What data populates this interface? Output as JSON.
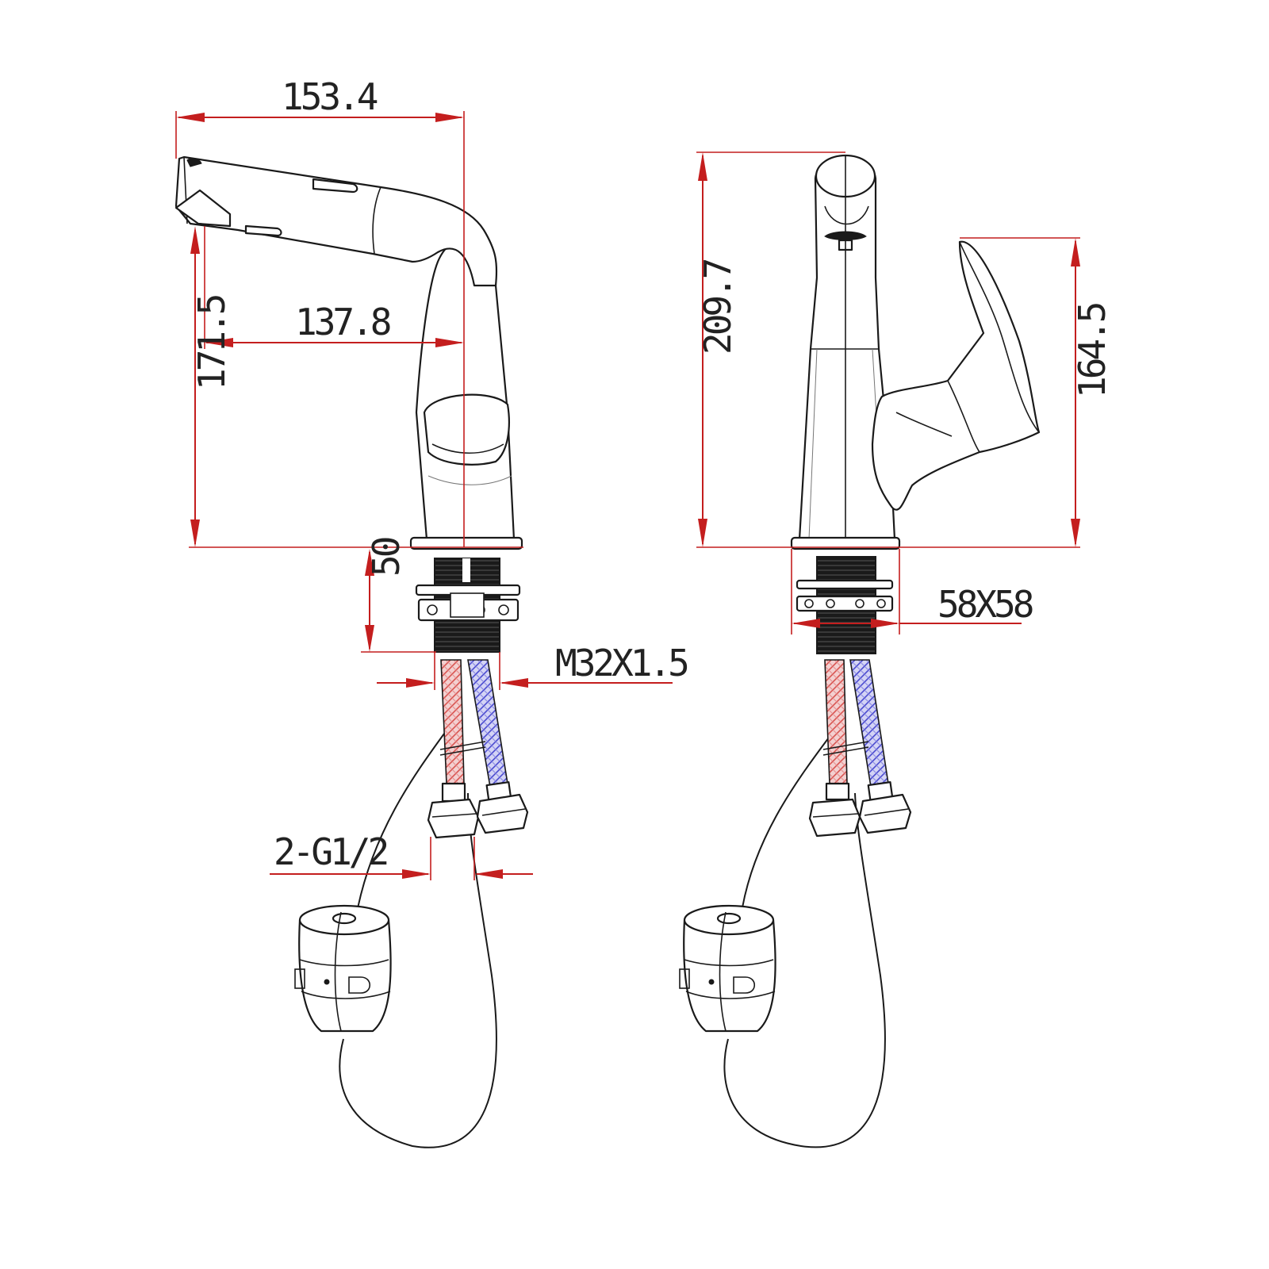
{
  "drawing": {
    "colors": {
      "line": "#1a1a1a",
      "dimension": "#c41e1e",
      "hot_hose": "#d9534f",
      "cold_hose": "#4a4ad0",
      "background": "#ffffff"
    },
    "side_view": {
      "spout_length": "153.4",
      "reach": "137.8",
      "spout_height": "171.5",
      "shank_length": "50",
      "thread": "M32X1.5",
      "inlet_connections": "2-G1/2"
    },
    "front_view": {
      "total_height": "209.7",
      "handle_height": "164.5",
      "base_size": "58X58"
    }
  }
}
